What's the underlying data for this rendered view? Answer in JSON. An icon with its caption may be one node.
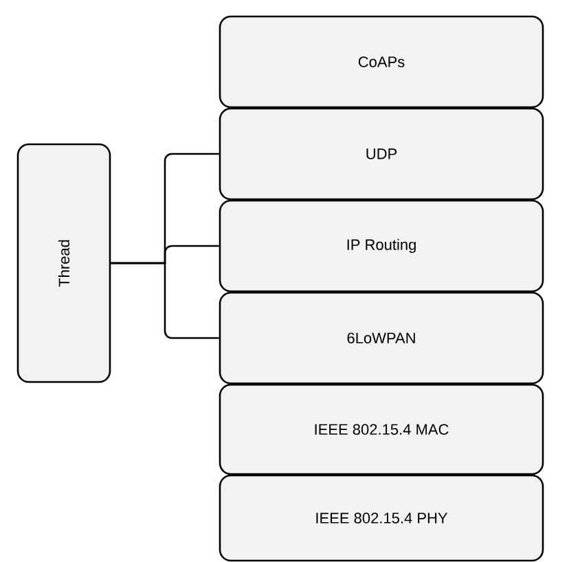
{
  "diagram": {
    "nodes": [
      {
        "text": [
          "Thread"
        ]
      },
      {
        "text": [
          "CoAPs"
        ]
      },
      {
        "text": [
          "UDP"
        ]
      },
      {
        "text": [
          "IP Routing"
        ]
      },
      {
        "text": [
          "6LoWPAN"
        ]
      },
      {
        "text": [
          "IEEE 802.15.4 MAC"
        ]
      },
      {
        "text": [
          "IEEE 802.15.4 PHY"
        ]
      }
    ],
    "edges": [
      {
        "from": 0,
        "to": 2,
        "arrow": "none"
      },
      {
        "from": 0,
        "to": 3,
        "arrow": "none"
      },
      {
        "from": 0,
        "to": 4,
        "arrow": "none"
      }
    ]
  }
}
